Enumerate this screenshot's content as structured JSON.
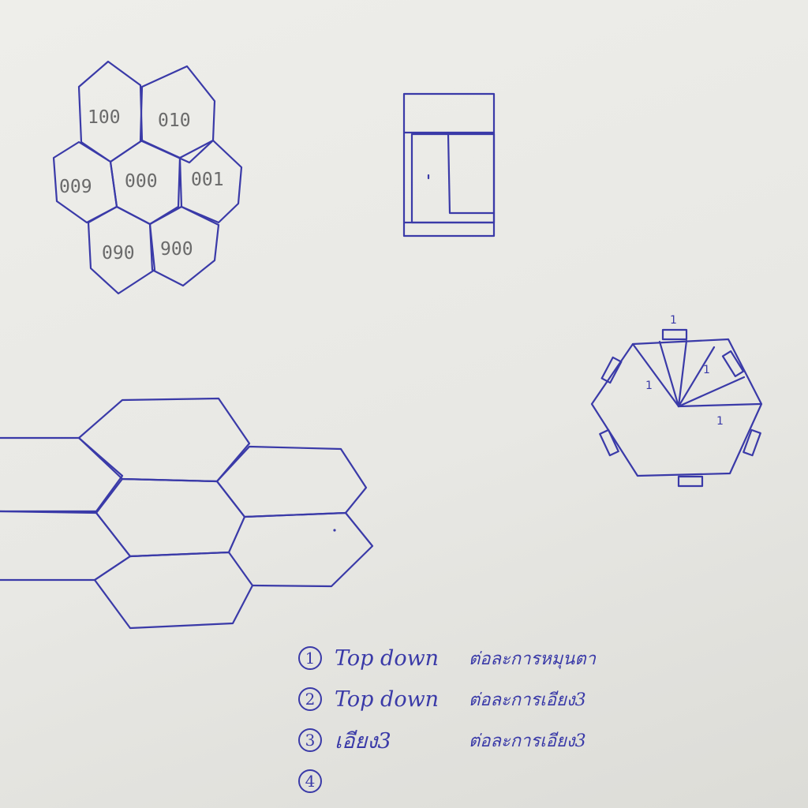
{
  "hex_grid": {
    "labels": [
      "100",
      "010",
      "009",
      "000",
      "001",
      "090",
      "900"
    ]
  },
  "hex_marks": {
    "labels": [
      "1",
      "1",
      "1",
      "1"
    ]
  },
  "notes": [
    {
      "number": "1",
      "method": "Top down",
      "detail": "ต่อละการหมุนตา"
    },
    {
      "number": "2",
      "method": "Top down",
      "detail": "ต่อละการเอียง3"
    },
    {
      "number": "3",
      "method": "เอียง3",
      "detail": "ต่อละการเอียง3"
    },
    {
      "number": "4",
      "method": "",
      "detail": ""
    }
  ],
  "ink_color": "#3a3aa8",
  "pencil_color": "#6a6a6a"
}
